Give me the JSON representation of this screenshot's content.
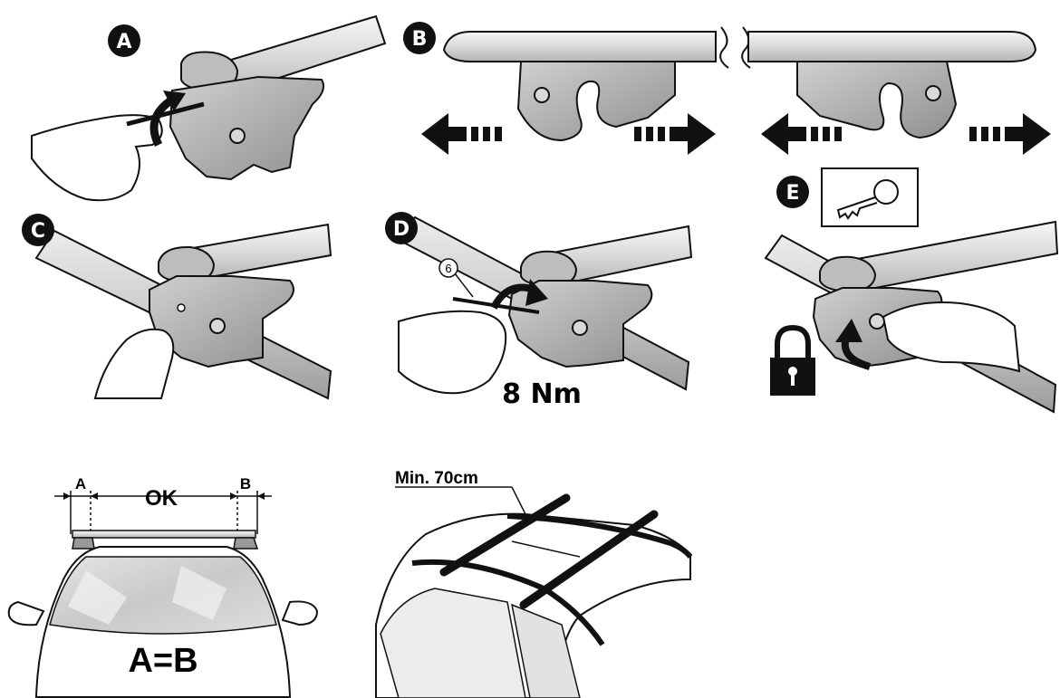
{
  "steps": {
    "a": {
      "letter": "A"
    },
    "b": {
      "letter": "B"
    },
    "c": {
      "letter": "C"
    },
    "d": {
      "letter": "D",
      "tool_size": "6",
      "torque": "8 Nm"
    },
    "e": {
      "letter": "E"
    }
  },
  "position": {
    "label_a": "A",
    "label_ok": "OK",
    "label_b": "B",
    "rule": "A=B"
  },
  "spacing": {
    "min_distance": "Min. 70cm"
  },
  "icons": {
    "key": "key-icon",
    "lock": "padlock-icon",
    "rotate": "rotate-arrow-icon",
    "slide": "slide-arrow-icon"
  }
}
